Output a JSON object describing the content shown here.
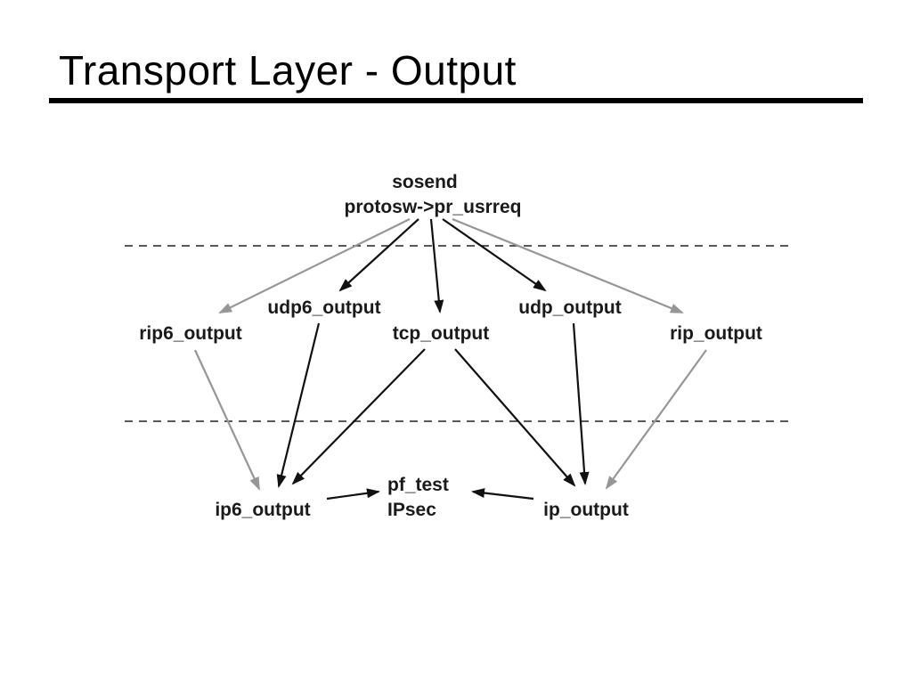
{
  "slide": {
    "title": "Transport Layer - Output"
  },
  "diagram": {
    "top_node": {
      "line1": "sosend",
      "line2": "protosw->pr_usrreq"
    },
    "middle_nodes": {
      "rip6": "rip6_output",
      "udp6": "udp6_output",
      "tcp": "tcp_output",
      "udp": "udp_output",
      "rip": "rip_output"
    },
    "bottom_nodes": {
      "ip6": "ip6_output",
      "pf_line1": "pf_test",
      "pf_line2": "IPsec",
      "ip": "ip_output"
    },
    "colors": {
      "arrow_black": "#111111",
      "arrow_gray": "#969696",
      "text": "#1a1a1a",
      "rule": "#000000"
    }
  }
}
